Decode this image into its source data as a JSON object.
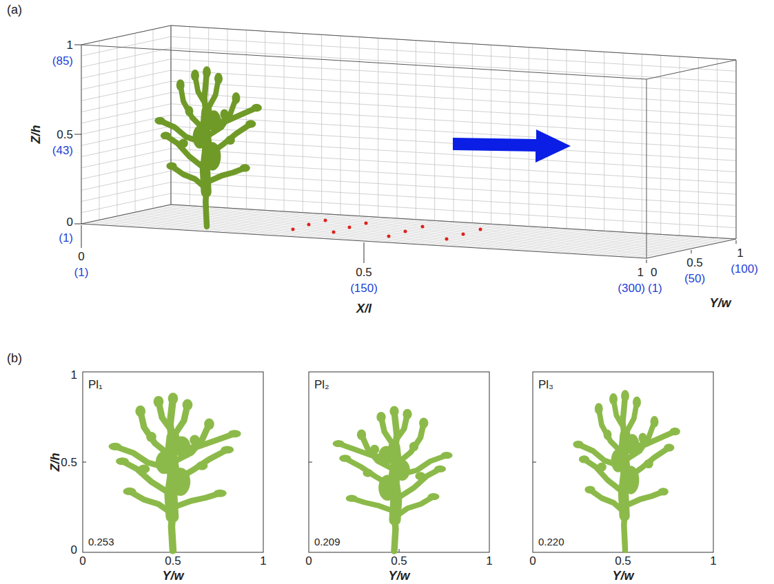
{
  "diagram": {
    "labels": [
      "(a)",
      "1",
      "(85)",
      "Z/h",
      "0.5",
      "(43)",
      "0",
      "(1)",
      "0",
      "(1)",
      "0.5",
      "(150)",
      "X/l",
      "1",
      "(300)",
      "0",
      "(1)",
      "0.5",
      "(50)",
      "1",
      "(100)",
      "Y/w",
      "(b)",
      "1",
      "Z/h",
      "0.5",
      "0",
      "Pl₁",
      "0.253",
      "0",
      "0.5",
      "1",
      "Y/w",
      "Pl₂",
      "0.209",
      "0",
      "0.5",
      "1",
      "Y/w",
      "Pl₃",
      "0.220",
      "0",
      "0.5",
      "1",
      "Y/w"
    ]
  }
}
